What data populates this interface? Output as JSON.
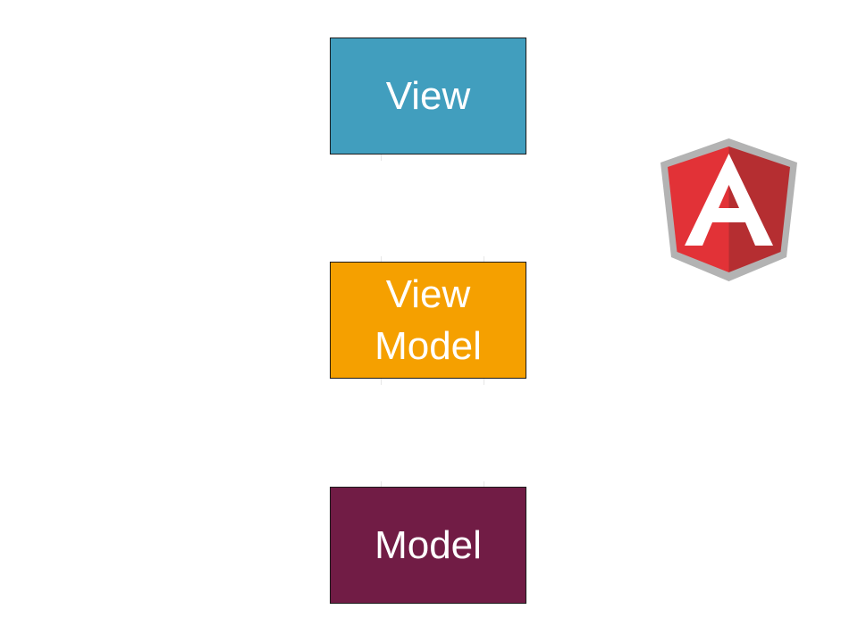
{
  "diagram": {
    "layers": [
      {
        "id": "view",
        "lines": [
          "View"
        ],
        "color": "#419ebe"
      },
      {
        "id": "viewmodel",
        "lines": [
          "View",
          "Model"
        ],
        "color": "#f5a000"
      },
      {
        "id": "model",
        "lines": [
          "Model"
        ],
        "color": "#711c45"
      }
    ]
  },
  "logo": {
    "icon": "angular-shield-icon",
    "letter": "A",
    "colors": {
      "shield_outer": "#b3b3b3",
      "shield_left": "#e23237",
      "shield_right": "#b52e31",
      "letter": "#ffffff"
    }
  }
}
